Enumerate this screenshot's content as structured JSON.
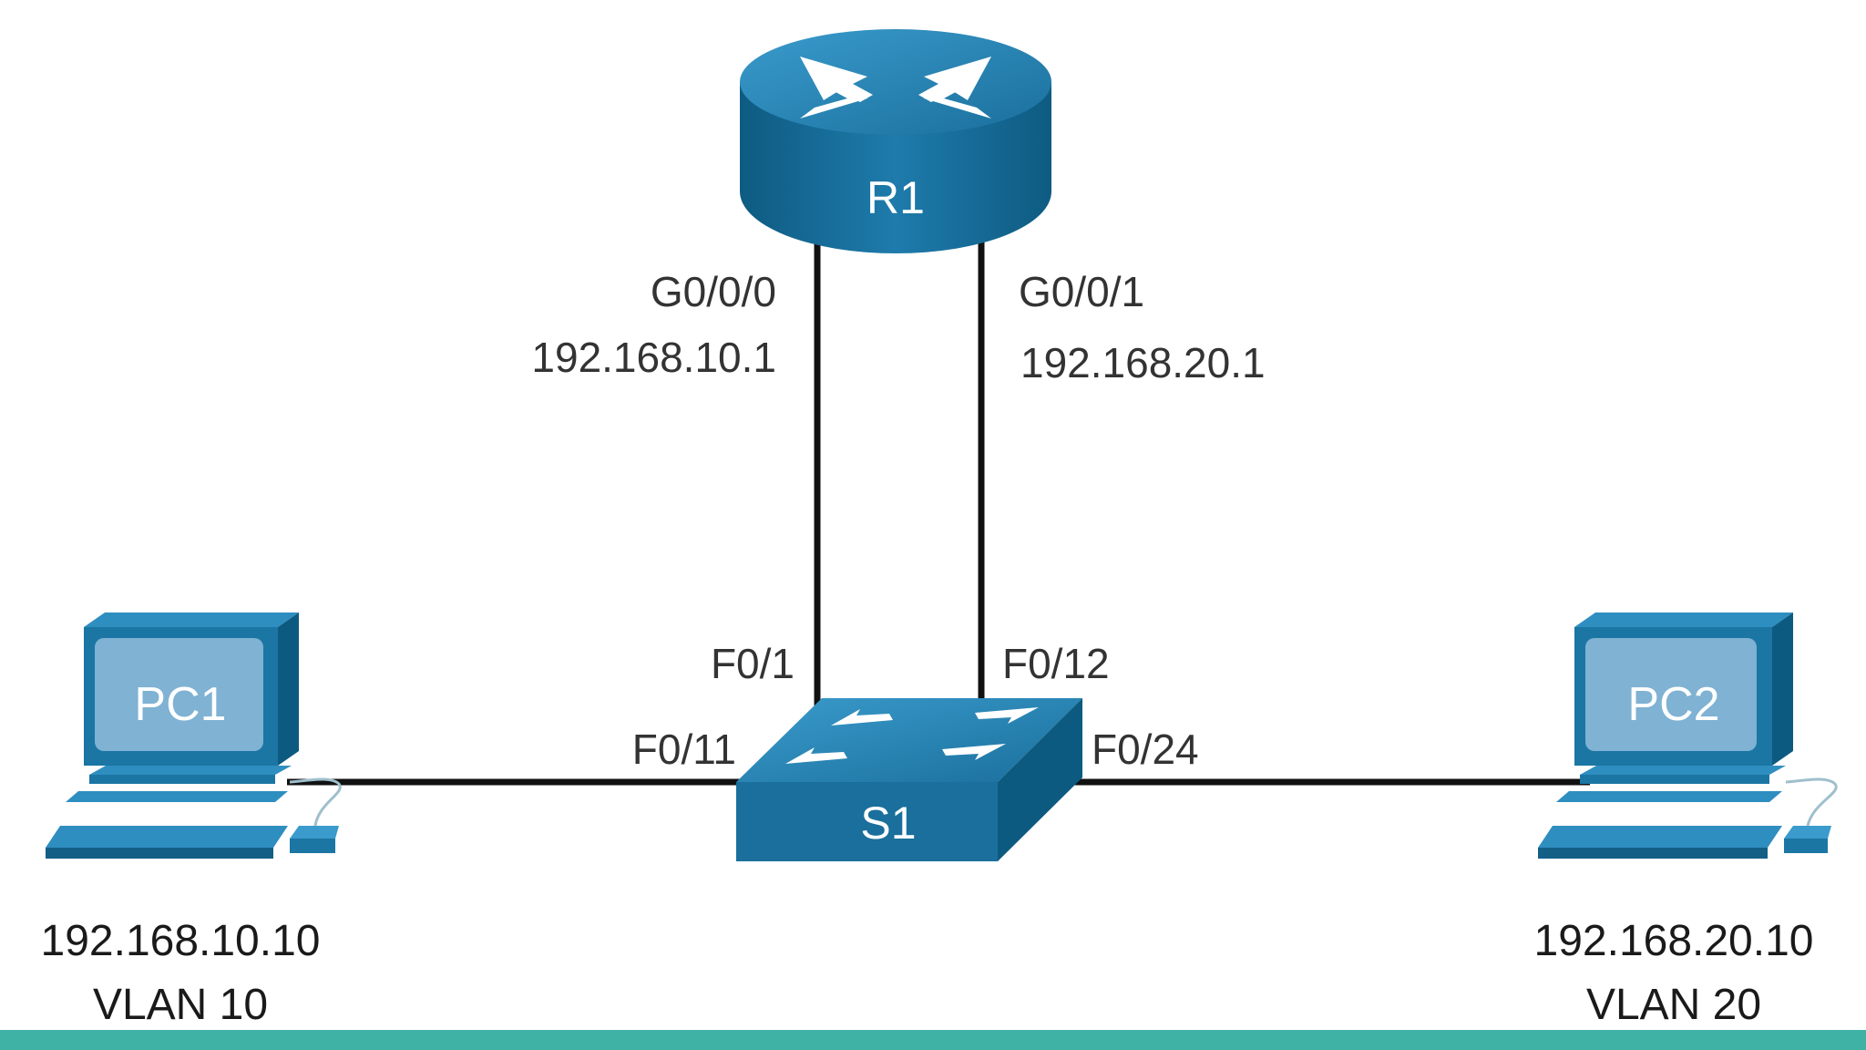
{
  "colors": {
    "device_dark": "#0d5a80",
    "device_mid": "#1b76a4",
    "device_top": "#2d8cbd",
    "screen": "#7fb2d3",
    "bottom_bar": "#3fb2a5"
  },
  "router": {
    "name": "R1",
    "icon": "router-icon"
  },
  "switch": {
    "name": "S1",
    "icon": "switch-icon"
  },
  "pc1": {
    "name": "PC1",
    "icon": "pc-icon",
    "ip": "192.168.10.10",
    "vlan": "VLAN 10"
  },
  "pc2": {
    "name": "PC2",
    "icon": "pc-icon",
    "ip": "192.168.20.10",
    "vlan": "VLAN 20"
  },
  "interfaces": {
    "r1_g000": {
      "name": "G0/0/0",
      "ip": "192.168.10.1"
    },
    "r1_g001": {
      "name": "G0/0/1",
      "ip": "192.168.20.1"
    },
    "s1_f01": "F0/1",
    "s1_f012": "F0/12",
    "s1_f011": "F0/11",
    "s1_f024": "F0/24"
  }
}
